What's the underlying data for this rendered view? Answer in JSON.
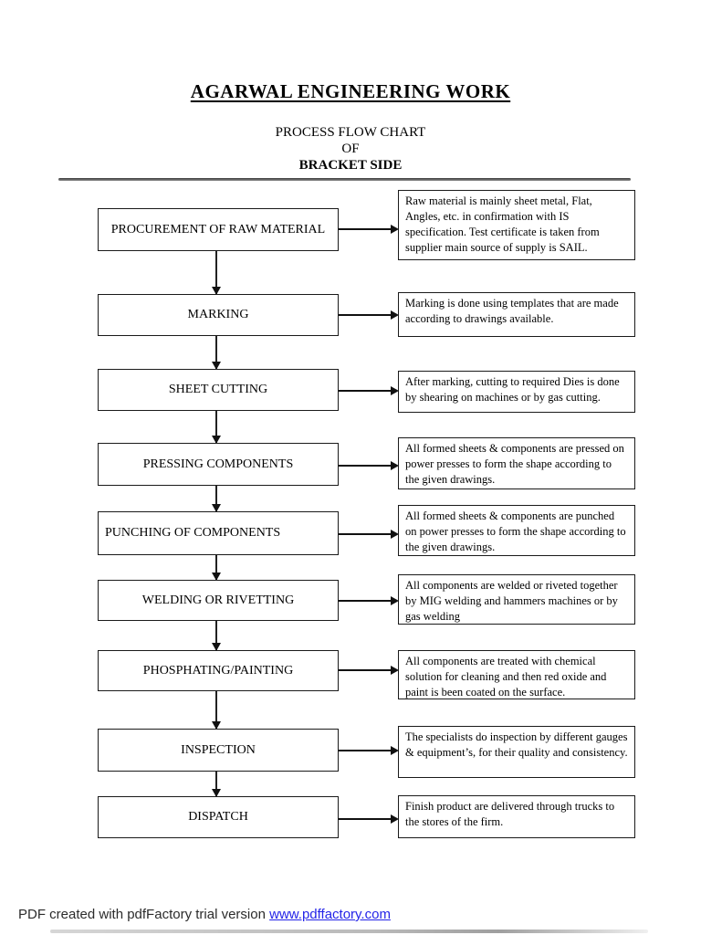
{
  "header": {
    "title": "AGARWAL ENGINEERING WORK",
    "subtitle1": "PROCESS FLOW CHART",
    "subtitle2": "OF",
    "subtitle3": "BRACKET SIDE"
  },
  "flowchart": {
    "steps": [
      {
        "label": "PROCUREMENT OF RAW MATERIAL",
        "description": "Raw material is mainly sheet metal, Flat, Angles, etc. in confirmation with IS specification. Test certificate is taken from supplier main source of supply is SAIL."
      },
      {
        "label": "MARKING",
        "description": "Marking is done using templates that are made according to drawings available."
      },
      {
        "label": "SHEET CUTTING",
        "description": "After marking, cutting to required Dies is done by shearing on machines or by gas cutting."
      },
      {
        "label": "PRESSING COMPONENTS",
        "description": "All formed sheets & components are pressed on power presses to form the shape according to the given drawings."
      },
      {
        "label": "PUNCHING OF COMPONENTS",
        "description": "All formed sheets & components are punched on power presses to form the shape according to the given drawings."
      },
      {
        "label": "WELDING OR RIVETTING",
        "description": "All components are welded or riveted together by MIG welding and hammers machines or by gas welding"
      },
      {
        "label": "PHOSPHATING/PAINTING",
        "description": "All components are treated with chemical solution for cleaning and then red oxide and paint is been coated on the surface."
      },
      {
        "label": "INSPECTION",
        "description": "The specialists do inspection by different gauges & equipment’s, for their quality and consistency."
      },
      {
        "label": "DISPATCH",
        "description": "Finish product are delivered through trucks to the stores of the firm."
      }
    ]
  },
  "footer": {
    "text": "PDF created with pdfFactory trial version ",
    "link": "www.pdffactory.com"
  },
  "colors": {
    "link_blue": "#2424e8",
    "line_black": "#111111"
  }
}
